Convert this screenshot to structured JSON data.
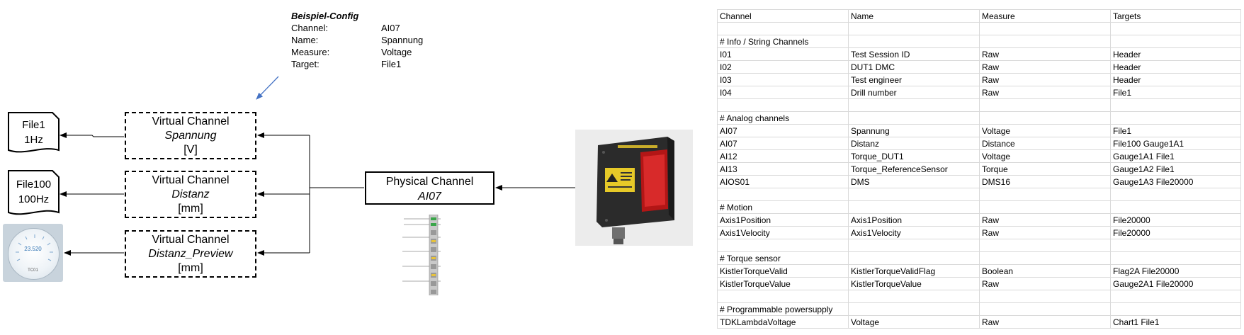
{
  "config": {
    "title": "Beispiel-Config",
    "rows": [
      {
        "key": "Channel:",
        "value": "AI07"
      },
      {
        "key": "Name:",
        "value": "Spannung"
      },
      {
        "key": "Measure:",
        "value": "Voltage"
      },
      {
        "key": "Target:",
        "value": "File1"
      }
    ]
  },
  "files": [
    {
      "name": "File1",
      "rate": "1Hz"
    },
    {
      "name": "File100",
      "rate": "100Hz"
    }
  ],
  "virtual_channels": [
    {
      "title": "Virtual Channel",
      "name": "Spannung",
      "unit": "[V]"
    },
    {
      "title": "Virtual Channel",
      "name": "Distanz",
      "unit": "[mm]"
    },
    {
      "title": "Virtual Channel",
      "name": "Distanz_Preview",
      "unit": "[mm]"
    }
  ],
  "physical_channel": {
    "title": "Physical Channel",
    "name": "AI07"
  },
  "gauge": {
    "value": "23.520",
    "unit": "TC01"
  },
  "table": {
    "header": [
      "Channel",
      "Name",
      "Measure",
      "Targets"
    ],
    "rows": [
      [
        "",
        "",
        "",
        ""
      ],
      [
        "# Info / String Channels",
        "",
        "",
        ""
      ],
      [
        "I01",
        "Test Session ID",
        "Raw",
        "Header"
      ],
      [
        "I02",
        "DUT1 DMC",
        "Raw",
        "Header"
      ],
      [
        "I03",
        "Test engineer",
        "Raw",
        "Header"
      ],
      [
        "I04",
        "Drill number",
        "Raw",
        "File1"
      ],
      [
        "",
        "",
        "",
        ""
      ],
      [
        "# Analog channels",
        "",
        "",
        ""
      ],
      [
        "AI07",
        "Spannung",
        "Voltage",
        "File1"
      ],
      [
        "AI07",
        "Distanz",
        "Distance",
        "File100 Gauge1A1"
      ],
      [
        "AI12",
        "Torque_DUT1",
        "Voltage",
        "Gauge1A1 File1"
      ],
      [
        "AI13",
        "Torque_ReferenceSensor",
        "Torque",
        "Gauge1A2 File1"
      ],
      [
        "AIOS01",
        "DMS",
        "DMS16",
        "Gauge1A3 File20000"
      ],
      [
        "",
        "",
        "",
        ""
      ],
      [
        "# Motion",
        "",
        "",
        ""
      ],
      [
        "Axis1Position",
        "Axis1Position",
        "Raw",
        "File20000"
      ],
      [
        "Axis1Velocity",
        "Axis1Velocity",
        "Raw",
        "File20000"
      ],
      [
        "",
        "",
        "",
        ""
      ],
      [
        "# Torque sensor",
        "",
        "",
        ""
      ],
      [
        "KistlerTorqueValid",
        "KistlerTorqueValidFlag",
        "Boolean",
        "Flag2A File20000"
      ],
      [
        "KistlerTorqueValue",
        "KistlerTorqueValue",
        "Raw",
        "Gauge2A1 File20000"
      ],
      [
        "",
        "",
        "",
        ""
      ],
      [
        "# Programmable powersupply",
        "",
        "",
        ""
      ],
      [
        "TDKLambdaVoltage",
        "Voltage",
        "Raw",
        "Chart1 File1"
      ]
    ]
  },
  "colors": {
    "pointer_arrow": "#4472c4",
    "grid": "#d9d9d9"
  }
}
